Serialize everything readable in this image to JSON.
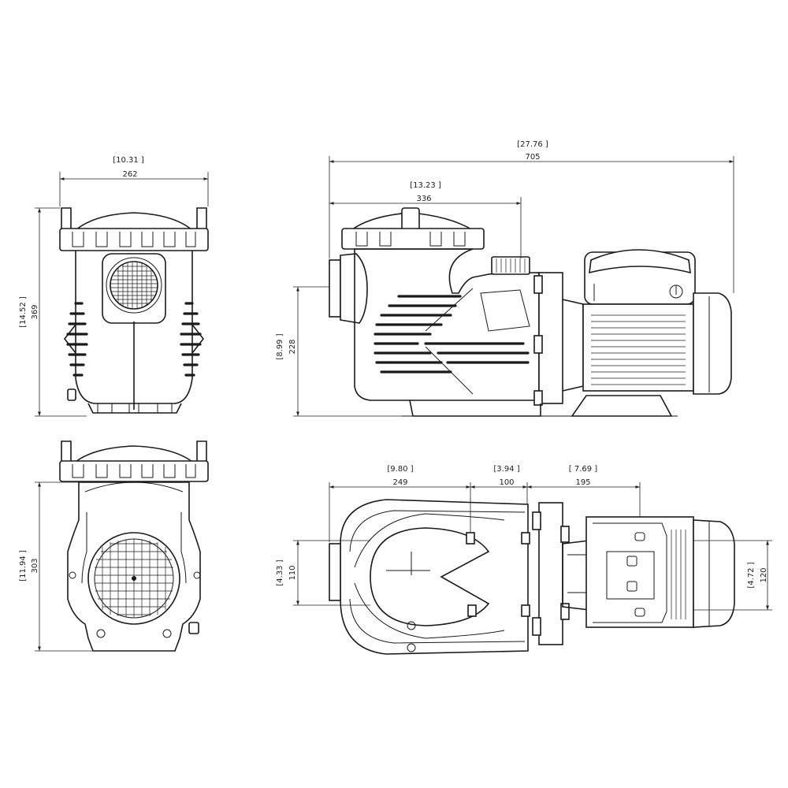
{
  "dimensions": {
    "front_width": {
      "inch": "[10.31 ]",
      "mm": "262"
    },
    "front_height": {
      "inch": "[14.52 ]",
      "mm": "369"
    },
    "side_length": {
      "inch": "[27.76 ]",
      "mm": "705"
    },
    "side_pot": {
      "inch": "[13.23 ]",
      "mm": "336"
    },
    "side_inlet_height": {
      "inch": "[8.99 ]",
      "mm": "228"
    },
    "rear_height": {
      "inch": "[11.94 ]",
      "mm": "303"
    },
    "top_seg1": {
      "inch": "[9.80 ]",
      "mm": "249"
    },
    "top_seg2": {
      "inch": "[3.94 ]",
      "mm": "100"
    },
    "top_seg3": {
      "inch": "[ 7.69 ]",
      "mm": "195"
    },
    "top_left_height": {
      "inch": "[4.33 ]",
      "mm": "110"
    },
    "top_right_height": {
      "inch": "[4.72 ]",
      "mm": "120"
    }
  }
}
